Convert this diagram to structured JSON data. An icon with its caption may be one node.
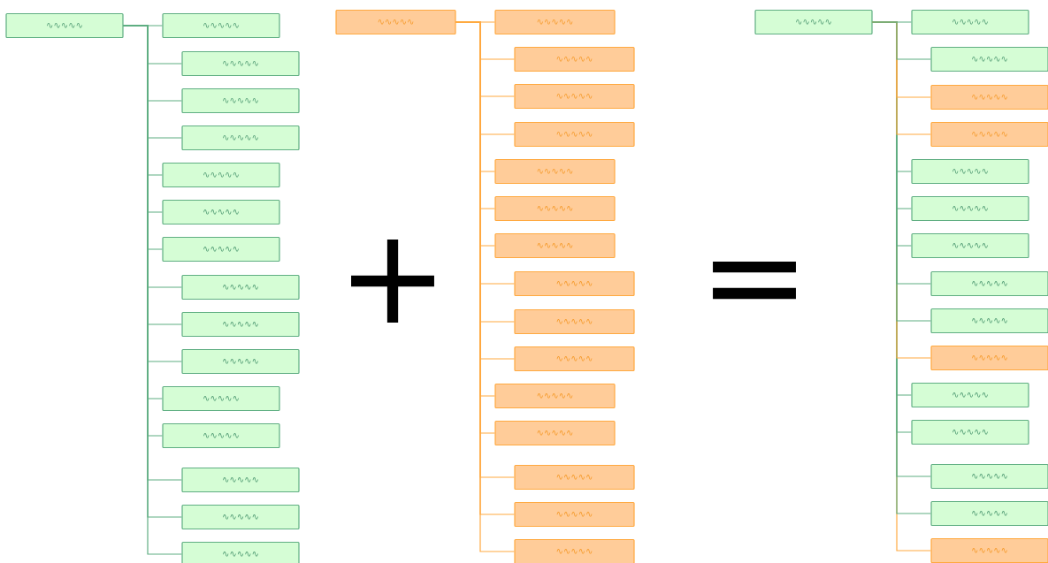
{
  "diagram": {
    "nodes": [
      {
        "text": [
          "∿∿∿∿∿"
        ]
      },
      {
        "text": [
          "∿∿∿∿∿"
        ]
      },
      {
        "text": [
          "∿∿∿∿∿"
        ]
      },
      {
        "text": [
          "∿∿∿∿∿"
        ]
      },
      {
        "text": [
          "∿∿∿∿∿"
        ]
      },
      {
        "text": [
          "∿∿∿∿∿"
        ]
      },
      {
        "text": [
          "∿∿∿∿∿"
        ]
      },
      {
        "text": [
          "∿∿∿∿∿"
        ]
      },
      {
        "text": [
          "∿∿∿∿∿"
        ]
      },
      {
        "text": [
          "∿∿∿∿∿"
        ]
      },
      {
        "text": [
          "∿∿∿∿∿"
        ]
      },
      {
        "text": [
          "∿∿∿∿∿"
        ]
      },
      {
        "text": [
          "∿∿∿∿∿"
        ]
      },
      {
        "text": [
          "∿∿∿∿∿"
        ]
      },
      {
        "text": [
          "∿∿∿∿∿"
        ]
      },
      {
        "text": [
          "∿∿∿∿∿"
        ]
      },
      {
        "text": [
          "∿∿∿∿∿"
        ]
      },
      {
        "text": [
          "∿∿∿∿∿"
        ]
      },
      {
        "text": [
          "∿∿∿∿∿"
        ]
      },
      {
        "text": [
          "∿∿∿∿∿"
        ]
      },
      {
        "text": [
          "∿∿∿∿∿"
        ]
      },
      {
        "text": [
          "∿∿∿∿∿"
        ]
      },
      {
        "text": [
          "∿∿∿∿∿"
        ]
      },
      {
        "text": [
          "∿∿∿∿∿"
        ]
      },
      {
        "text": [
          "∿∿∿∿∿"
        ]
      },
      {
        "text": [
          "∿∿∿∿∿"
        ]
      },
      {
        "text": [
          "∿∿∿∿∿"
        ]
      },
      {
        "text": [
          "∿∿∿∿∿"
        ]
      },
      {
        "text": [
          "∿∿∿∿∿"
        ]
      },
      {
        "text": [
          "∿∿∿∿∿"
        ]
      },
      {
        "text": [
          "∿∿∿∿∿"
        ]
      },
      {
        "text": [
          "∿∿∿∿∿"
        ]
      },
      {
        "text": [
          "∿∿∿∿∿"
        ]
      },
      {
        "text": [
          "∿∿∿∿∿"
        ]
      },
      {
        "text": [
          "∿∿∿∿∿"
        ]
      },
      {
        "text": [
          "∿∿∿∿∿"
        ]
      },
      {
        "text": [
          "∿∿∿∿∿"
        ]
      },
      {
        "text": [
          "∿∿∿∿∿"
        ]
      },
      {
        "text": [
          "∿∿∿∿∿"
        ]
      },
      {
        "text": [
          "∿∿∿∿∿"
        ]
      },
      {
        "text": [
          "∿∿∿∿∿"
        ]
      },
      {
        "text": [
          "∿∿∿∿∿"
        ]
      },
      {
        "text": [
          "∿∿∿∿∿"
        ]
      },
      {
        "text": [
          "∿∿∿∿∿"
        ]
      },
      {
        "text": [
          "∿∿∿∿∿"
        ]
      },
      {
        "text": [
          "∿∿∿∿∿"
        ]
      },
      {
        "text": [
          "∿∿∿∿∿"
        ]
      },
      {
        "text": [
          "∿∿∿∿∿"
        ]
      }
    ],
    "edges": [
      {
        "from": 0,
        "to": 1,
        "arrow": "none"
      },
      {
        "from": 0,
        "to": 2,
        "arrow": "none"
      },
      {
        "from": 0,
        "to": 3,
        "arrow": "none"
      },
      {
        "from": 0,
        "to": 4,
        "arrow": "none"
      },
      {
        "from": 0,
        "to": 5,
        "arrow": "none"
      },
      {
        "from": 0,
        "to": 6,
        "arrow": "none"
      },
      {
        "from": 0,
        "to": 7,
        "arrow": "none"
      },
      {
        "from": 0,
        "to": 8,
        "arrow": "none"
      },
      {
        "from": 0,
        "to": 9,
        "arrow": "none"
      },
      {
        "from": 0,
        "to": 10,
        "arrow": "none"
      },
      {
        "from": 0,
        "to": 11,
        "arrow": "none"
      },
      {
        "from": 0,
        "to": 12,
        "arrow": "none"
      },
      {
        "from": 0,
        "to": 13,
        "arrow": "none"
      },
      {
        "from": 0,
        "to": 14,
        "arrow": "none"
      },
      {
        "from": 0,
        "to": 15,
        "arrow": "none"
      },
      {
        "from": 16,
        "to": 17,
        "arrow": "none",
        "color": "#ffa940"
      },
      {
        "from": 16,
        "to": 18,
        "arrow": "none",
        "color": "#ffa940"
      },
      {
        "from": 16,
        "to": 19,
        "arrow": "none",
        "color": "#ffa940"
      },
      {
        "from": 16,
        "to": 20,
        "arrow": "none",
        "color": "#ffa940"
      },
      {
        "from": 16,
        "to": 21,
        "arrow": "none",
        "color": "#ffa940"
      },
      {
        "from": 16,
        "to": 22,
        "arrow": "none",
        "color": "#ffa940"
      },
      {
        "from": 16,
        "to": 23,
        "arrow": "none",
        "color": "#ffa940"
      },
      {
        "from": 16,
        "to": 24,
        "arrow": "none",
        "color": "#ffa940"
      },
      {
        "from": 16,
        "to": 25,
        "arrow": "none",
        "color": "#ffa940"
      },
      {
        "from": 16,
        "to": 26,
        "arrow": "none",
        "color": "#ffa940"
      },
      {
        "from": 16,
        "to": 27,
        "arrow": "none",
        "color": "#ffa940"
      },
      {
        "from": 16,
        "to": 28,
        "arrow": "none",
        "color": "#ffa940"
      },
      {
        "from": 16,
        "to": 29,
        "arrow": "none",
        "color": "#ffa940"
      },
      {
        "from": 16,
        "to": 30,
        "arrow": "none",
        "color": "#ffa940"
      },
      {
        "from": 16,
        "to": 31,
        "arrow": "none",
        "color": "#ffa940"
      },
      {
        "from": 32,
        "to": 33,
        "arrow": "none"
      },
      {
        "from": 32,
        "to": 34,
        "arrow": "none"
      },
      {
        "from": 32,
        "to": 35,
        "arrow": "none",
        "color": "#ffa940"
      },
      {
        "from": 32,
        "to": 36,
        "arrow": "none",
        "color": "#ffa940"
      },
      {
        "from": 32,
        "to": 37,
        "arrow": "none"
      },
      {
        "from": 32,
        "to": 38,
        "arrow": "none"
      },
      {
        "from": 32,
        "to": 39,
        "arrow": "none"
      },
      {
        "from": 32,
        "to": 40,
        "arrow": "none"
      },
      {
        "from": 32,
        "to": 41,
        "arrow": "none"
      },
      {
        "from": 32,
        "to": 42,
        "arrow": "none",
        "color": "#ffa940"
      },
      {
        "from": 32,
        "to": 43,
        "arrow": "none"
      },
      {
        "from": 32,
        "to": 44,
        "arrow": "none"
      },
      {
        "from": 32,
        "to": 45,
        "arrow": "none"
      },
      {
        "from": 32,
        "to": 46,
        "arrow": "none"
      },
      {
        "from": 32,
        "to": 47,
        "arrow": "none",
        "color": "#ffa940"
      }
    ],
    "labels": [
      "+",
      "="
    ]
  }
}
